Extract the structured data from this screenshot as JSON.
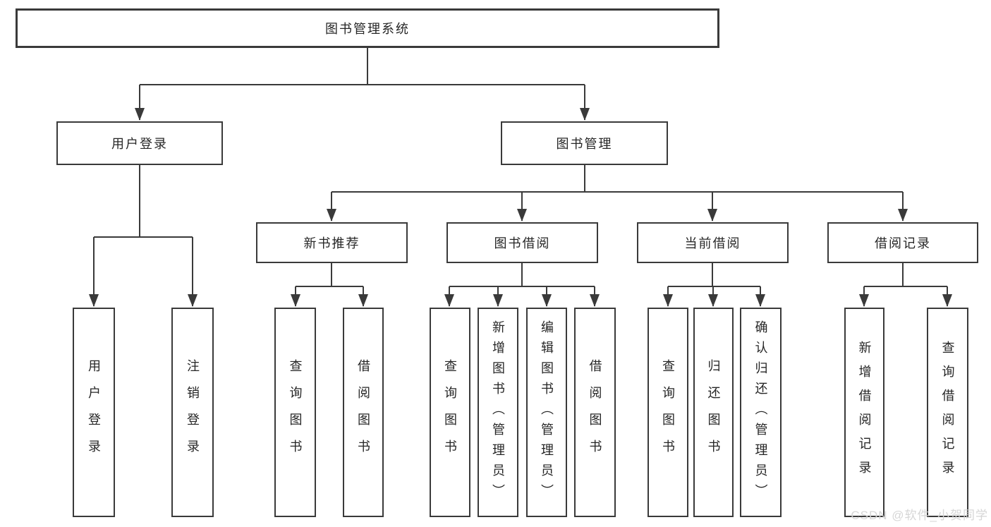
{
  "diagram": {
    "title": "图书管理系统",
    "watermark": "CSDN @软件_小贺同学",
    "colors": {
      "line": "#3a3a3a",
      "box_border": "#3a3a3a",
      "text": "#262626",
      "background": "#ffffff",
      "watermark": "#d4d4d4"
    },
    "nodes": {
      "root": {
        "label": "图书管理系统"
      },
      "user_login": {
        "label": "用户登录"
      },
      "book_mgmt": {
        "label": "图书管理"
      },
      "new_book_rec": {
        "label": "新书推荐"
      },
      "book_borrow": {
        "label": "图书借阅"
      },
      "current_borrow": {
        "label": "当前借阅"
      },
      "borrow_records": {
        "label": "借阅记录"
      },
      "leaf_user_login": {
        "label": "用户登录"
      },
      "leaf_logout": {
        "label": "注销登录"
      },
      "leaf_query_books_1": {
        "label": "查询图书"
      },
      "leaf_borrow_books_1": {
        "label": "借阅图书"
      },
      "leaf_query_books_2": {
        "label": "查询图书"
      },
      "leaf_add_books": {
        "label": "新增图书（管理员）"
      },
      "leaf_edit_books": {
        "label": "编辑图书（管理员）"
      },
      "leaf_borrow_books_2": {
        "label": "借阅图书"
      },
      "leaf_query_books_3": {
        "label": "查询图书"
      },
      "leaf_return_books": {
        "label": "归还图书"
      },
      "leaf_confirm_return": {
        "label": "确认归还（管理员）"
      },
      "leaf_add_borrow_record": {
        "label": "新增借阅记录"
      },
      "leaf_query_borrow_record": {
        "label": "查询借阅记录"
      }
    },
    "edges": [
      [
        "root",
        "user_login"
      ],
      [
        "root",
        "book_mgmt"
      ],
      [
        "user_login",
        "leaf_user_login"
      ],
      [
        "user_login",
        "leaf_logout"
      ],
      [
        "book_mgmt",
        "new_book_rec"
      ],
      [
        "book_mgmt",
        "book_borrow"
      ],
      [
        "book_mgmt",
        "current_borrow"
      ],
      [
        "book_mgmt",
        "borrow_records"
      ],
      [
        "new_book_rec",
        "leaf_query_books_1"
      ],
      [
        "new_book_rec",
        "leaf_borrow_books_1"
      ],
      [
        "book_borrow",
        "leaf_query_books_2"
      ],
      [
        "book_borrow",
        "leaf_add_books"
      ],
      [
        "book_borrow",
        "leaf_edit_books"
      ],
      [
        "book_borrow",
        "leaf_borrow_books_2"
      ],
      [
        "current_borrow",
        "leaf_query_books_3"
      ],
      [
        "current_borrow",
        "leaf_return_books"
      ],
      [
        "current_borrow",
        "leaf_confirm_return"
      ],
      [
        "borrow_records",
        "leaf_add_borrow_record"
      ],
      [
        "borrow_records",
        "leaf_query_borrow_record"
      ]
    ]
  }
}
